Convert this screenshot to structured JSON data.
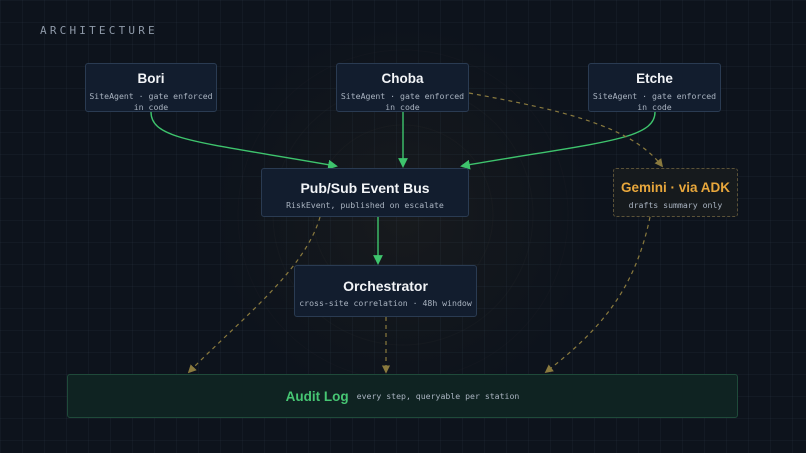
{
  "heading": "ARCHITECTURE",
  "nodes": {
    "bori": {
      "title": "Bori",
      "subtitle_line1": "SiteAgent · gate enforced",
      "subtitle_line2": "in code"
    },
    "choba": {
      "title": "Choba",
      "subtitle_line1": "SiteAgent · gate enforced",
      "subtitle_line2": "in code"
    },
    "etche": {
      "title": "Etche",
      "subtitle_line1": "SiteAgent · gate enforced",
      "subtitle_line2": "in code"
    },
    "bus": {
      "title": "Pub/Sub Event Bus",
      "subtitle": "RiskEvent, published on escalate"
    },
    "gemini": {
      "title": "Gemini · via ADK",
      "subtitle": "drafts summary only"
    },
    "orchestrator": {
      "title": "Orchestrator",
      "subtitle": "cross-site correlation · 48h window"
    },
    "audit": {
      "title": "Audit Log",
      "subtitle": "every step, queryable per station"
    }
  },
  "edges": [
    {
      "from": "bori",
      "to": "bus",
      "style": "solid"
    },
    {
      "from": "choba",
      "to": "bus",
      "style": "solid"
    },
    {
      "from": "etche",
      "to": "bus",
      "style": "solid"
    },
    {
      "from": "bus",
      "to": "orchestrator",
      "style": "solid"
    },
    {
      "from": "choba",
      "to": "gemini",
      "style": "dashed"
    },
    {
      "from": "bus",
      "to": "audit",
      "style": "dashed"
    },
    {
      "from": "orchestrator",
      "to": "audit",
      "style": "dashed"
    },
    {
      "from": "gemini",
      "to": "audit",
      "style": "dashed"
    }
  ],
  "colors": {
    "background": "#0d131c",
    "node_fill": "#121d2e",
    "node_border": "#2a3b52",
    "solid_edge": "#3ec46d",
    "dashed_edge": "#8a7a3e",
    "gemini_title": "#e8a73c",
    "audit_title": "#46c673",
    "audit_fill": "#0f2322",
    "audit_border": "#1f4a3a"
  }
}
